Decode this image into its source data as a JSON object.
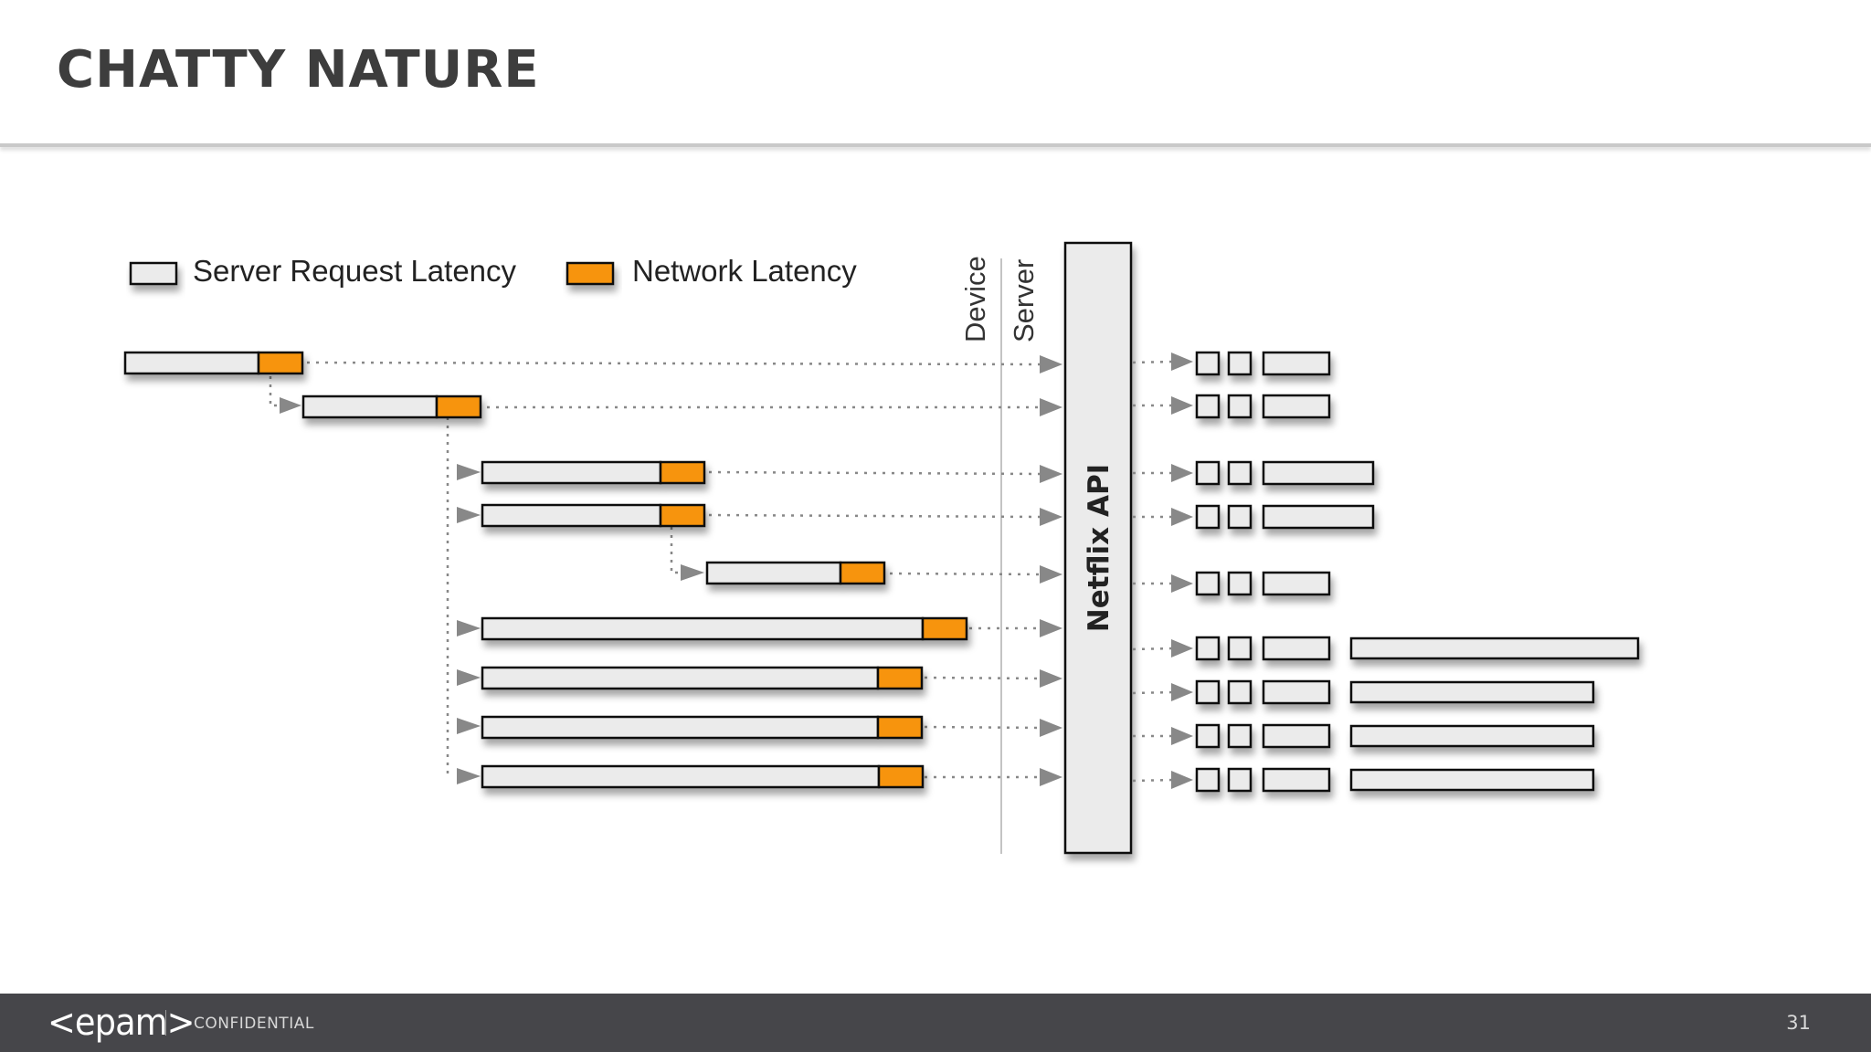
{
  "slide": {
    "title": "CHATTY NATURE",
    "footer": {
      "logo": "<epam>",
      "confidential": "CONFIDENTIAL",
      "page_number": "31"
    }
  },
  "diagram": {
    "legend": [
      {
        "label": "Server Request Latency",
        "color": "#ebebeb"
      },
      {
        "label": "Network Latency",
        "color": "#f7940e"
      }
    ],
    "divider_labels": {
      "device": "Device",
      "server": "Server"
    },
    "api_label": "Netflix API",
    "colors": {
      "server_bar": "#ebebeb",
      "network_bar": "#f7940e",
      "connector": "#888888",
      "outline": "#111111"
    }
  }
}
